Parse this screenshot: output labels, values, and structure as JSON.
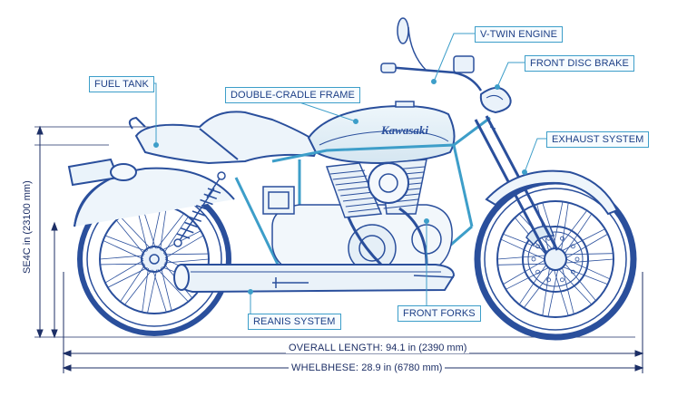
{
  "brand": "Kawasaki",
  "callouts": {
    "fuel_tank": "FUEL TANK",
    "frame": "DOUBLE-CRADLE FRAME",
    "engine": "V-TWIN ENGINE",
    "brake": "FRONT DISC BRAKE",
    "exhaust": "EXHAUST SYSTEM",
    "rear": "REANIS SYSTEM",
    "forks": "FRONT FORKS"
  },
  "dimensions": {
    "overall_label": "OVERALL LENGTH:",
    "overall_value": "94.1 in (2390 mm)",
    "wheelbase_label": "WHELBHESE:",
    "wheelbase_value": "28.9 in (6780 mm)",
    "seat_label": "SE4C",
    "seat_value": "in (23100 mm)"
  },
  "colors": {
    "line": "#2a4f9c",
    "accent": "#3d9ec9",
    "text": "#1c3f86"
  }
}
